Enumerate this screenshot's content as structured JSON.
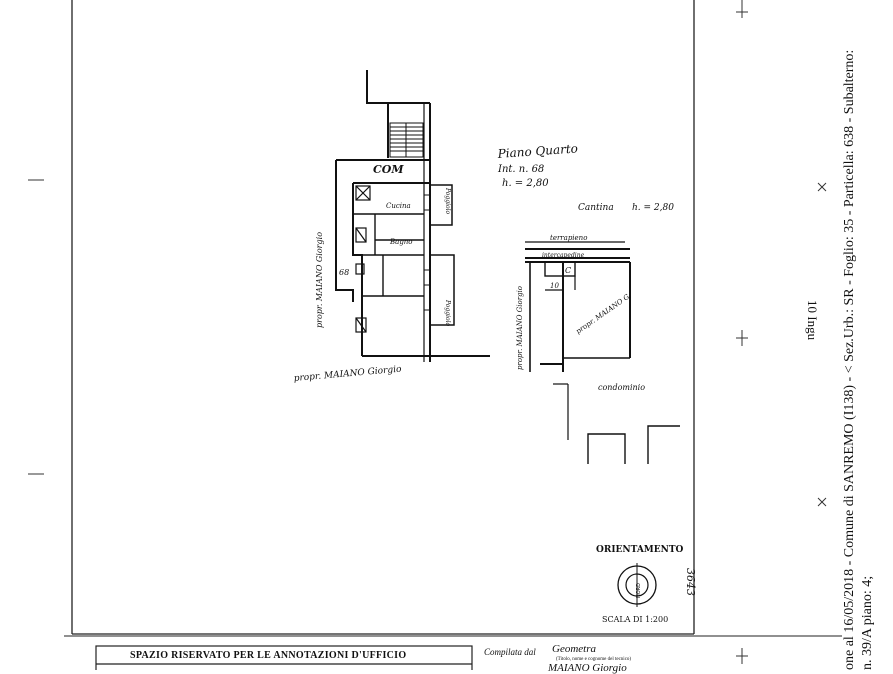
{
  "floor_plan": {
    "floor_title": "Piano Quarto",
    "interior": "Int. n. 68",
    "height_main": "h. = 2,80",
    "cellar_label": "Cantina",
    "cellar_height": "h. = 2,80",
    "stair_label": "COM",
    "unit_number": "68",
    "rooms": {
      "kitchen": "Cucina",
      "bathroom": "Bagno",
      "balcony_top": "Poggiolo",
      "balcony_bottom": "Poggiolo"
    },
    "neighbors": {
      "left": "propr. MAIANO Giorgio",
      "bottom": "propr. MAIANO Giorgio",
      "cellar_left": "propr. MAIANO Giorgio",
      "cellar_inner": "propr. MAIANO G."
    },
    "cellar": {
      "terrapieno": "terrapieno",
      "intercapedine": "intercapedine",
      "code": "C",
      "number": "10",
      "condominio": "condominio"
    },
    "orientation_label": "ORIENTAMENTO",
    "orientation_mark": "NORD",
    "scale_label": "SCALA DI 1:200",
    "sheet_number": "3643"
  },
  "footer": {
    "office_box_title": "SPAZIO RISERVATO PER LE ANNOTAZIONI D'UFFICIO",
    "compiled_by_label": "Compilata dal",
    "compiled_by_value": "Geometra",
    "compiled_by_hint": "(Titolo, nome e cognome del tecnico)",
    "compiler_name": "MAIANO Giorgio"
  },
  "side_text": {
    "line1": "one al 16/05/2018 - Comune di SANREMO (I138) - < Sez.Urb.: SR - Foglio: 35 - Particella: 638 - Subalterno:",
    "line2": "n. 39/A piano: 4;",
    "unit_tag": "10 Ingu"
  }
}
